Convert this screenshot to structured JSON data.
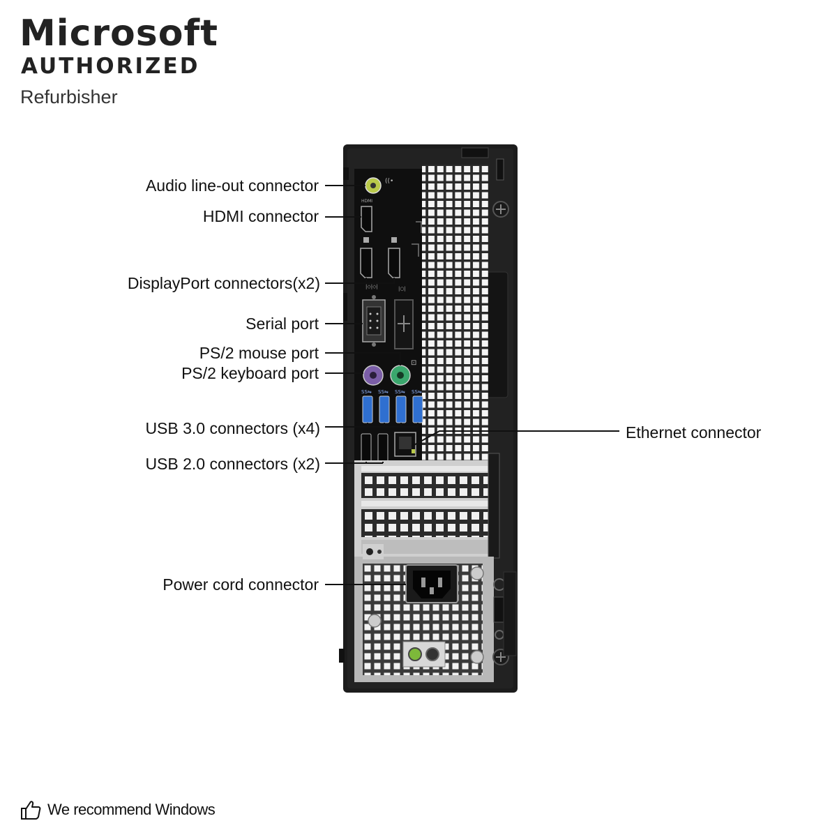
{
  "brand": {
    "name": "Microsoft",
    "status": "AUTHORIZED",
    "role": "Refurbisher"
  },
  "callouts": {
    "audio": "Audio line-out connector",
    "hdmi": "HDMI connector",
    "displayport": "DisplayPort connectors(x2)",
    "serial": "Serial port",
    "ps2_mouse": "PS/2 mouse port",
    "ps2_keyboard": "PS/2 keyboard port",
    "usb3": "USB 3.0 connectors (x4)",
    "usb2": "USB 2.0 connectors (x2)",
    "ethernet": "Ethernet connector",
    "power": "Power cord connector"
  },
  "footer": {
    "text": "We recommend Windows",
    "icon": "thumbs-up-icon"
  },
  "colors": {
    "chassis": "#1c1c1c",
    "panel": "#0f0f0f",
    "audio_green": "#b9c94a",
    "ps2_mouse_green": "#3aa76d",
    "ps2_keyboard_purple": "#7b5ea7",
    "usb3_blue": "#2f6fd0",
    "power_green": "#7db83a"
  }
}
